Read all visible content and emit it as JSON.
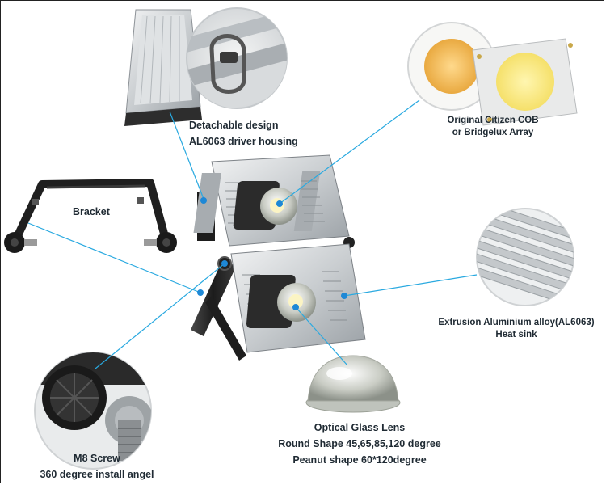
{
  "callouts": {
    "driver": {
      "line1": "Detachable design",
      "line2": "AL6063 driver housing"
    },
    "cob": {
      "line1": "Original Citizen COB",
      "line2": "or Bridgelux Array"
    },
    "bracket": {
      "line1": "Bracket"
    },
    "heatsink": {
      "line1": "Extrusion Aluminium alloy(AL6063)",
      "line2": "Heat sink"
    },
    "screw": {
      "line1": "M8 Screw",
      "line2": "360 degree install angel"
    },
    "lens": {
      "line1": "Optical Glass Lens",
      "line2": "Round Shape 45,65,85,120 degree",
      "line3": "Peanut shape 60*120degree"
    }
  },
  "colors": {
    "leader_line": "#29a9e0",
    "dot": "#1e88d6",
    "label_text": "#1f2a33",
    "aluminium": "#cfd3d6",
    "dark_metal": "#2a2a2a",
    "cob_yellow": "#f3c46b"
  },
  "icons": [
    "driver-housing-photo",
    "clamp-detail-photo",
    "cob-chip-photo",
    "bracket-photo",
    "heatsink-fins-photo",
    "screw-knob-photo",
    "glass-lens-photo",
    "floodlight-photo"
  ]
}
